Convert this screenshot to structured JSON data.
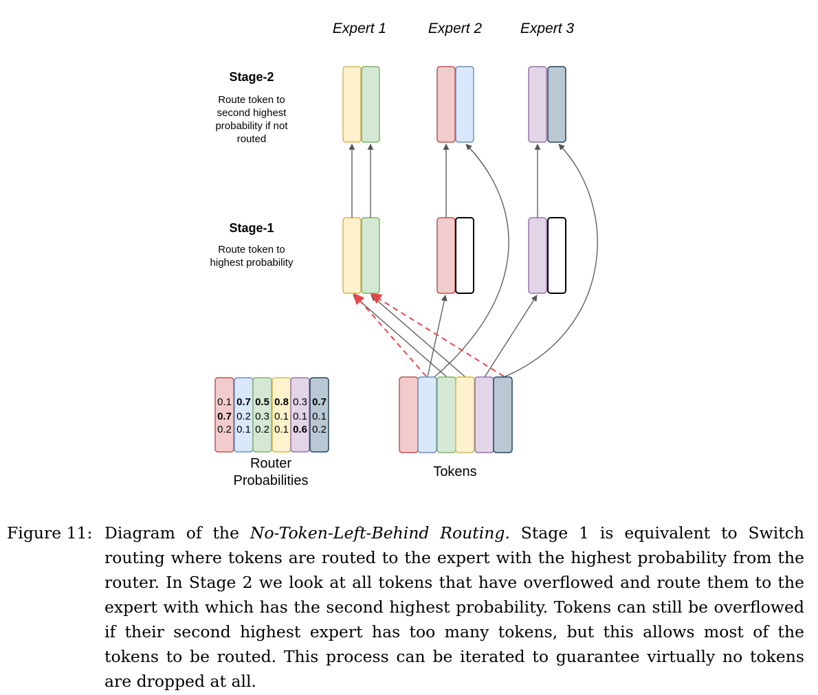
{
  "experts": [
    "Expert 1",
    "Expert 2",
    "Expert 3"
  ],
  "stages": [
    {
      "title": "Stage-2",
      "description": [
        "Route token to",
        "second highest",
        "probability if not",
        "routed"
      ]
    },
    {
      "title": "Stage-1",
      "description": [
        "Route token to",
        "highest probability"
      ]
    }
  ],
  "colors": {
    "red": {
      "fill": "#f2cccc",
      "stroke": "#b85450"
    },
    "blue": {
      "fill": "#dae8fc",
      "stroke": "#6c8ebf"
    },
    "green": {
      "fill": "#d5e8d4",
      "stroke": "#82b366"
    },
    "yellow": {
      "fill": "#fff2cc",
      "stroke": "#d6b656"
    },
    "purple": {
      "fill": "#e1d5e7",
      "stroke": "#9673a6"
    },
    "slate": {
      "fill": "#bac8d3",
      "stroke": "#23445d"
    },
    "empty": {
      "fill": "#ffffff",
      "stroke": "#000000"
    },
    "arrow": "#555555",
    "dashed_arrow": "#e8474a"
  },
  "router_probabilities": {
    "label": [
      "Router",
      "Probabilities"
    ],
    "columns": [
      {
        "color": "red",
        "values": [
          "0.1",
          "0.7",
          "0.2"
        ],
        "bold_row": 1
      },
      {
        "color": "blue",
        "values": [
          "0.7",
          "0.2",
          "0.1"
        ],
        "bold_row": 0
      },
      {
        "color": "green",
        "values": [
          "0.5",
          "0.3",
          "0.2"
        ],
        "bold_row": 0
      },
      {
        "color": "yellow",
        "values": [
          "0.8",
          "0.1",
          "0.1"
        ],
        "bold_row": 0
      },
      {
        "color": "purple",
        "values": [
          "0.3",
          "0.1",
          "0.6"
        ],
        "bold_row": 2
      },
      {
        "color": "slate",
        "values": [
          "0.7",
          "0.1",
          "0.2"
        ],
        "bold_row": 0
      }
    ]
  },
  "tokens": {
    "label": "Tokens",
    "colors": [
      "red",
      "blue",
      "green",
      "yellow",
      "purple",
      "slate"
    ]
  },
  "stage1_slots": [
    [
      "yellow",
      "green"
    ],
    [
      "red",
      "empty"
    ],
    [
      "purple",
      "empty"
    ]
  ],
  "stage2_slots": [
    [
      "yellow",
      "green"
    ],
    [
      "red",
      "blue"
    ],
    [
      "purple",
      "slate"
    ]
  ],
  "caption": {
    "label": "Figure 11:",
    "prefix": "Diagram of the ",
    "emphasis": "No-Token-Left-Behind Routing",
    "body": ". Stage 1 is equivalent to Switch routing where tokens are routed to the expert with the highest probability from the router. In Stage 2 we look at all tokens that have overflowed and route them to the expert with which has the second highest probability. Tokens can still be overflowed if their second highest expert has too many tokens, but this allows most of the tokens to be routed. This process can be iterated to guarantee virtually no tokens are dropped at all."
  }
}
